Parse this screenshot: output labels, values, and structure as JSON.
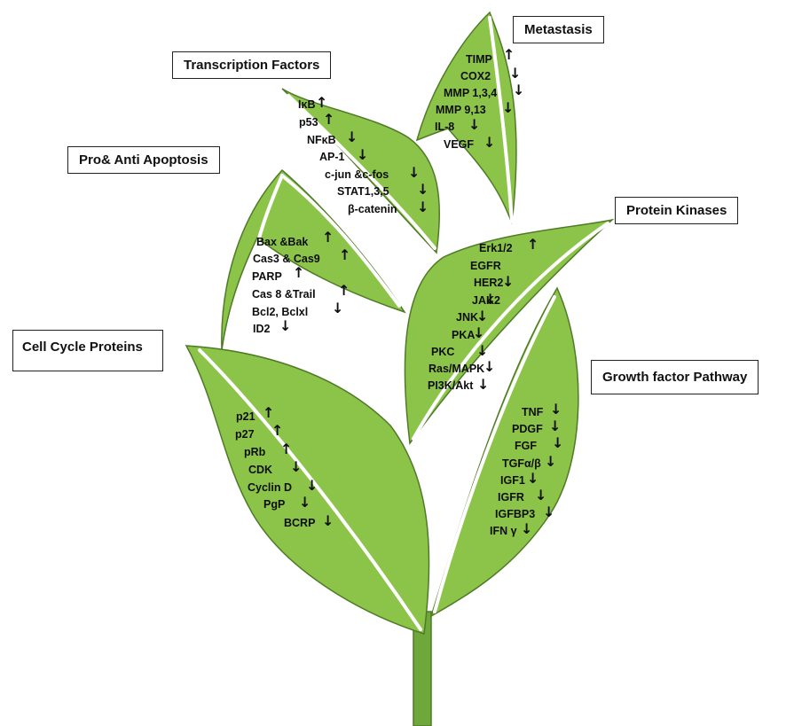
{
  "categories": {
    "transcription_factors": "Transcription Factors",
    "metastasis": "Metastasis",
    "apoptosis": "Pro& Anti Apoptosis",
    "protein_kinases": "Protein Kinases",
    "cell_cycle": "Cell Cycle Proteins",
    "growth_factor": "Growth factor Pathway"
  },
  "items": {
    "transcription_factors": [
      {
        "text": "IκB",
        "dir": "↑"
      },
      {
        "text": "p53",
        "dir": "↑"
      },
      {
        "text": "NFκB",
        "dir": "↓"
      },
      {
        "text": "AP-1",
        "dir": "↓"
      },
      {
        "text": "c-jun &c-fos",
        "dir": "↓"
      },
      {
        "text": "STAT1,3,5",
        "dir": "↓"
      },
      {
        "text": "β-catenin",
        "dir": "↓"
      }
    ],
    "metastasis": [
      {
        "text": "TIMP",
        "dir": "↑"
      },
      {
        "text": "COX2",
        "dir": "↓"
      },
      {
        "text": "MMP 1,3,4",
        "dir": "↓"
      },
      {
        "text": "MMP 9,13",
        "dir": "↓"
      },
      {
        "text": "IL-8",
        "dir": "↓"
      },
      {
        "text": "VEGF",
        "dir": "↓"
      }
    ],
    "apoptosis": [
      {
        "text": "Bax &Bak",
        "dir": "↑"
      },
      {
        "text": "Cas3 & Cas9",
        "dir": "↑"
      },
      {
        "text": "PARP",
        "dir": "↑"
      },
      {
        "text": "Cas 8 &Trail",
        "dir": "↑"
      },
      {
        "text": "Bcl2, Bclxl",
        "dir": "↓"
      },
      {
        "text": "ID2",
        "dir": "↓"
      }
    ],
    "protein_kinases": [
      {
        "text": "Erk1/2",
        "dir": "↑"
      },
      {
        "text": "EGFR",
        "dir": ""
      },
      {
        "text": "HER2",
        "dir": "↓"
      },
      {
        "text": "JAK2",
        "dir": "↓"
      },
      {
        "text": "JNK",
        "dir": "↓"
      },
      {
        "text": "PKA",
        "dir": "↓"
      },
      {
        "text": "PKC",
        "dir": "↓"
      },
      {
        "text": "Ras/MAPK",
        "dir": "↓"
      },
      {
        "text": "PI3K/Akt",
        "dir": "↓"
      }
    ],
    "cell_cycle": [
      {
        "text": "p21",
        "dir": "↑"
      },
      {
        "text": "p27",
        "dir": "↑"
      },
      {
        "text": "pRb",
        "dir": "↑"
      },
      {
        "text": "CDK",
        "dir": "↓"
      },
      {
        "text": "Cyclin D",
        "dir": "↓"
      },
      {
        "text": "PgP",
        "dir": "↓"
      },
      {
        "text": "BCRP",
        "dir": "↓"
      }
    ],
    "growth_factor": [
      {
        "text": "TNF",
        "dir": "↓"
      },
      {
        "text": "PDGF",
        "dir": "↓"
      },
      {
        "text": "FGF",
        "dir": "↓"
      },
      {
        "text": "TGFα/β",
        "dir": "↓"
      },
      {
        "text": "IGF1",
        "dir": "↓"
      },
      {
        "text": "IGFR",
        "dir": "↓"
      },
      {
        "text": "IGFBP3",
        "dir": "↓"
      },
      {
        "text": "IFN γ",
        "dir": "↓"
      }
    ]
  },
  "colors": {
    "leaf": "#8cc44a",
    "leaf_outline": "#4f7a27",
    "stem": "#6ea83a"
  }
}
